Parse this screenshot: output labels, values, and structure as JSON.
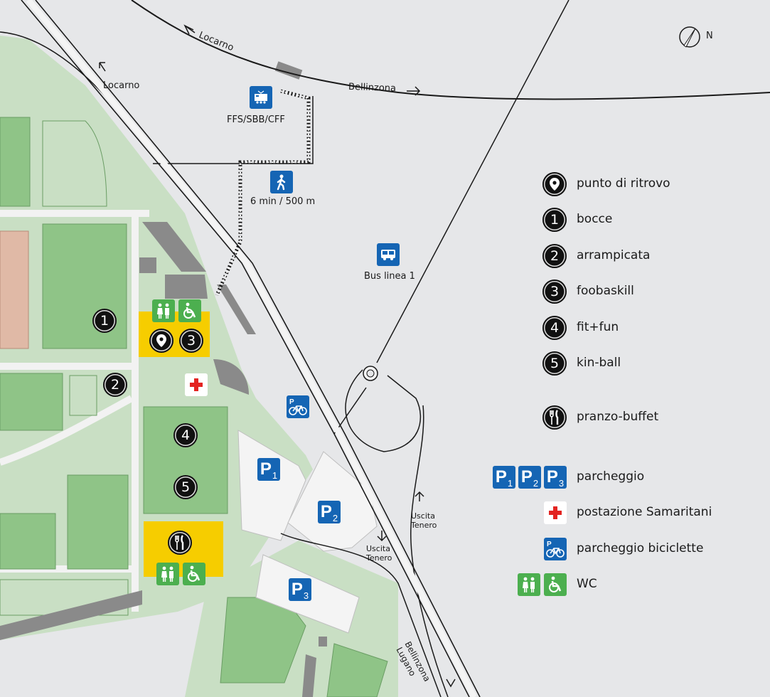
{
  "map": {
    "compass_label": "N",
    "places": {
      "locarno_rail": "Locarno",
      "locarno_road": "Locarno",
      "bellinzona_rail": "Bellinzona",
      "train_station": "FFS/SBB/CFF",
      "walk_info": "6 min / 500 m",
      "bus": "Bus linea 1",
      "exit_tenero_1": "Uscita Tenero",
      "exit_tenero_2": "Uscita Tenero",
      "highway_dir_1": "Bellinzona",
      "highway_dir_2": "Lugano"
    },
    "markers": {
      "m1": "1",
      "m2": "2",
      "m3": "3",
      "m4": "4",
      "m5": "5",
      "p1": "P",
      "p1n": "1",
      "p2": "P",
      "p2n": "2",
      "p3": "P",
      "p3n": "3"
    }
  },
  "legend": {
    "items": [
      {
        "icon": "meeting-point-icon",
        "label": "punto di ritrovo"
      },
      {
        "icon": "number-1",
        "num": "1",
        "label": "bocce"
      },
      {
        "icon": "number-2",
        "num": "2",
        "label": "arrampicata"
      },
      {
        "icon": "number-3",
        "num": "3",
        "label": "foobaskill"
      },
      {
        "icon": "number-4",
        "num": "4",
        "label": "fit+fun"
      },
      {
        "icon": "number-5",
        "num": "5",
        "label": "kin-ball"
      },
      {
        "icon": "cutlery-icon",
        "label": "pranzo-buffet"
      },
      {
        "icon": "parking-icons",
        "p": "P",
        "n1": "1",
        "n2": "2",
        "n3": "3",
        "label": "parcheggio"
      },
      {
        "icon": "first-aid-icon",
        "label": "postazione Samaritani"
      },
      {
        "icon": "bike-parking-icon",
        "label": "parcheggio biciclette"
      },
      {
        "icon": "wc-icons",
        "label": "WC"
      }
    ]
  },
  "colors": {
    "background": "#e6e7e9",
    "green_area": "#c9dfc4",
    "field": "#8fc487",
    "yellow": "#f6cd00",
    "blue_sign": "#1565b4",
    "green_sign": "#4caf4f",
    "red_cross": "#e32421"
  }
}
